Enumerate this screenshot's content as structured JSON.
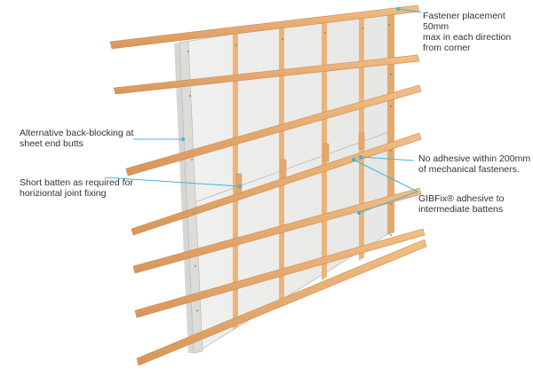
{
  "diagram": {
    "callouts": [
      {
        "id": "fastener",
        "text": "Fastener placement 50mm\nmax in each direction\nfrom corner"
      },
      {
        "id": "back-blocking",
        "text": "Alternative back-blocking at\nsheet end butts"
      },
      {
        "id": "short-batten",
        "text": "Short batten as required for\nhoriziontal joint fixing"
      },
      {
        "id": "no-adhesive",
        "text": "No adhesive within 200mm\nof mechanical fasteners."
      },
      {
        "id": "gibfix",
        "text": "GIBFix® adhesive to\nintermediate battens"
      }
    ]
  },
  "colors": {
    "timber": "#e8a868",
    "timber_dark": "#c98a52",
    "board": "#ededea",
    "board_edge": "#c8c8c6",
    "leader": "#3fb6d8",
    "label_text": "#333333"
  }
}
